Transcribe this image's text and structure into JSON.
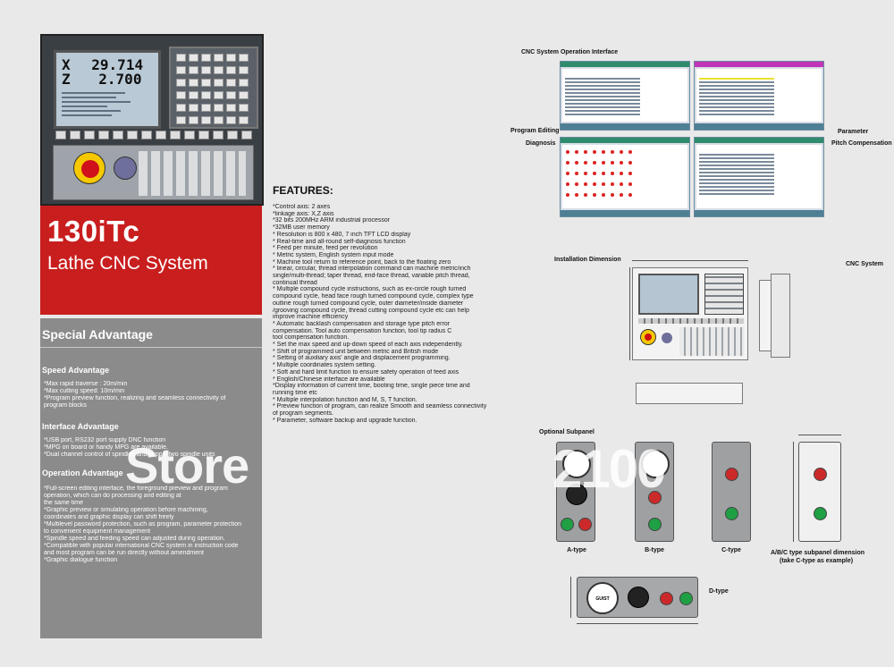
{
  "left": {
    "screen": {
      "x_axis": "X",
      "x_value": "29.714",
      "z_axis": "Z",
      "z_value": "2.700"
    },
    "model": "130iTc",
    "subtitle": "Lathe CNC System"
  },
  "advantage": {
    "title": "Special Advantage",
    "sections": [
      {
        "heading": "Speed Advantage",
        "items": [
          "*Max rapid traverse : 20m/min",
          "*Max cutting speed: 10m/min",
          "*Program preview function, realizing and seamless connectivity of",
          "   program blocks"
        ]
      },
      {
        "heading": "Interface Advantage",
        "items": [
          "*USB port, RS232 port supply DNC function",
          "*MPG on board or handy MPG are available.",
          "*Dual channel control of spindles and supply two spindle units"
        ]
      },
      {
        "heading": "Operation Advantage",
        "items": [
          "*Full-screen editing interface, the foreground preview and program",
          "  operation, which can do processing and editing at",
          "  the same time",
          "*Graphic preview or simulating operation before machining,",
          "  coordinates and graphic display can shift freely",
          "*Multilevel password protection, such as program, parameter protection",
          "  to convenient equipment management",
          "*Spindle speed and feeding speed can adjusted during operation.",
          "*Compatible with popular international CNC system in instruction code",
          "  and most program can be run directly without amendment",
          "*Graphic dialogue function"
        ]
      }
    ]
  },
  "watermark": "Store",
  "watermark2": "2100",
  "features": {
    "title": "FEATURES:",
    "items": [
      "*Control axis: 2 axes",
      "*linkage axis: X,Z axis",
      "*32 bits 200MHz ARM industrial processor",
      "*32MB user memory",
      " * Resolution is 800 x 480, 7 inch TFT LCD display",
      " * Real-time and all-round self-diagnosis function",
      " * Feed per minute, feed per revolution",
      " * Metric system, English system input mode",
      " * Machine tool return to reference point, back to the floating zero",
      " * linear, circular, thread interpolation command can machine metric/inch",
      "   single/multi-thread; taper thread, end-face thread, variable pitch thread,",
      "   continual thread",
      " * Multiple compound cycle instructions, such as ex-circle rough turned",
      "   compound cycle, head face rough turned compound cycle, complex type",
      "   outline rough turned compound cycle, outer diameter/inside diameter",
      "   /grooving compound cycle, thread cutting compound cycle etc can help",
      "   improve machine efficiency",
      " * Automatic backlash compensation and storage type pitch error",
      "   compensation. Tool auto compensation function, tool tip radius C",
      "   tool compensation function.",
      " * Set the max speed and up-down speed of each axis independently.",
      " * Shift of programmed unit between metric and British mode",
      " * Setting of auxiliary axis' angle and displacement programming.",
      " * Multiple coordinates system setting.",
      " * Soft and hard limit function to ensure safety operation of feed axis",
      " * English/Chinese interface are available",
      " *Display information of current time, booting time, single piece time and",
      "   running time etc",
      " * Multiple interpolation function and M, S, T function.",
      " * Preview function of program, can realize Smooth and seamless connectivity",
      "   of program segments.",
      " * Parameter, software backup and upgrade function."
    ]
  },
  "right": {
    "op_interface": "CNC System Operation Interface",
    "program_editing": "Program Editing",
    "parameter": "Parameter",
    "diagnosis": "Diagnosis",
    "pitch_comp": "Pitch Compensation",
    "install_dim": "Installation Dimension",
    "cnc_system": "CNC System",
    "optional_subpanel": "Optional Subpanel",
    "a_type": "A-type",
    "b_type": "B-type",
    "c_type": "C-type",
    "abc_dim_1": "A/B/C type subpanel dimension",
    "abc_dim_2": "(take C-type as example)",
    "d_type": "D-type",
    "gsk": "GUIST"
  }
}
